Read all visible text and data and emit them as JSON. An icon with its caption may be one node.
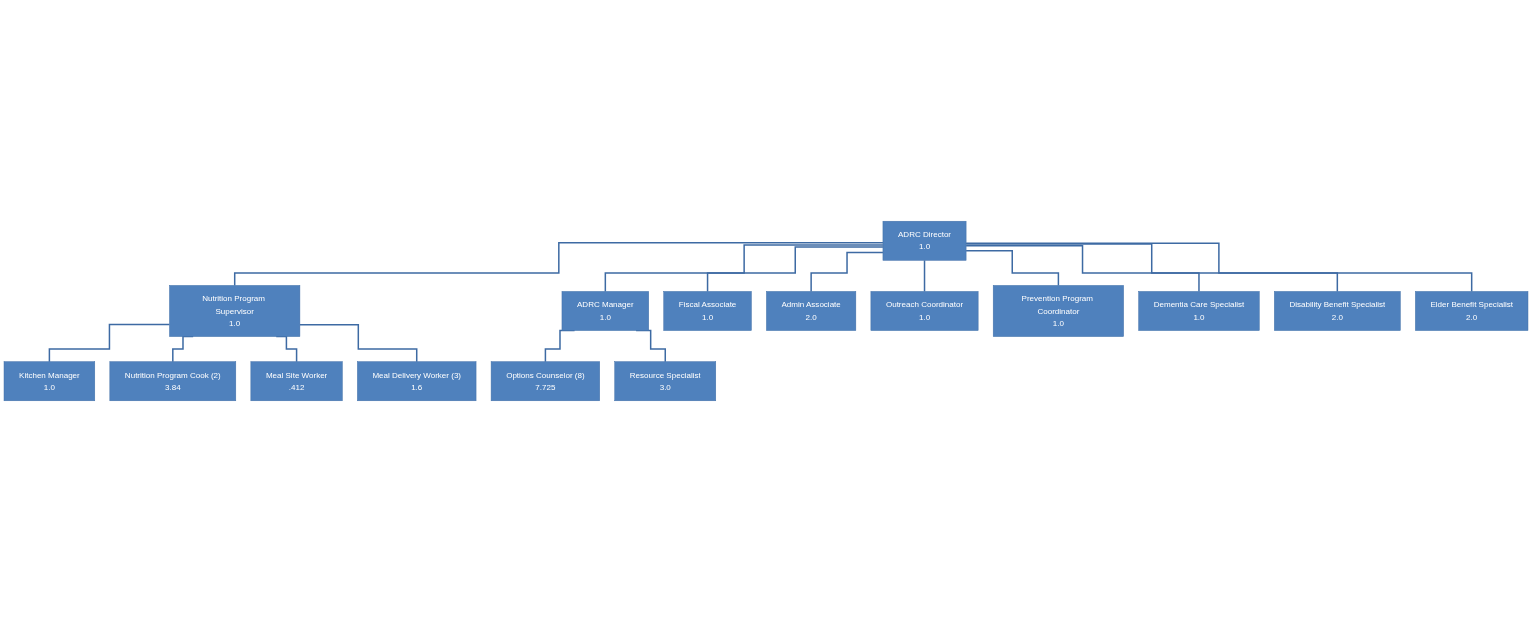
{
  "diagram": {
    "nodes": [
      {
        "text": [
          "ADRC Director",
          "1.0"
        ]
      },
      {
        "text": [
          "Nutrition Program Supervisor",
          "1.0"
        ]
      },
      {
        "text": [
          "ADRC Manager",
          "1.0"
        ]
      },
      {
        "text": [
          "Kitchen Manager",
          "1.0"
        ]
      },
      {
        "text": [
          "Nutrition Program Cook (2)",
          "3.84"
        ]
      },
      {
        "text": [
          "Options Counselor (8)",
          "7.725"
        ]
      },
      {
        "text": [
          "Meal Site Worker",
          ".412"
        ]
      },
      {
        "text": [
          "Meal Delivery Worker (3)",
          "1.6"
        ]
      },
      {
        "text": [
          "Resource Specialist",
          "3.0"
        ]
      },
      {
        "text": [
          "Fiscal Associate",
          "1.0"
        ]
      },
      {
        "text": [
          "Admin Associate",
          "2.0"
        ]
      },
      {
        "text": [
          "Outreach Coordinator",
          "1.0"
        ]
      },
      {
        "text": [
          "Prevention Program Coordinator",
          "1.0"
        ]
      },
      {
        "text": [
          "Dementia Care Specialist",
          "1.0"
        ]
      },
      {
        "text": [
          "Disability Benefit Specialist",
          "2.0"
        ]
      },
      {
        "text": [
          "Elder Benefit Specialist",
          "2.0"
        ]
      }
    ],
    "edges": [
      {
        "from": 0,
        "to": 1,
        "arrow": "none"
      },
      {
        "from": 0,
        "to": 2,
        "arrow": "none"
      },
      {
        "from": 1,
        "to": 3,
        "arrow": "none"
      },
      {
        "from": 1,
        "to": 4,
        "arrow": "none"
      },
      {
        "from": 1,
        "to": 6,
        "arrow": "none"
      },
      {
        "from": 1,
        "to": 7,
        "arrow": "none"
      },
      {
        "from": 2,
        "to": 5,
        "arrow": "none"
      },
      {
        "from": 2,
        "to": 8,
        "arrow": "none"
      },
      {
        "from": 0,
        "to": 9,
        "arrow": "none"
      },
      {
        "from": 0,
        "to": 10,
        "arrow": "none"
      },
      {
        "from": 0,
        "to": 11,
        "arrow": "none"
      },
      {
        "from": 0,
        "to": 12,
        "arrow": "none"
      },
      {
        "from": 0,
        "to": 13,
        "arrow": "none"
      },
      {
        "from": 0,
        "to": 14,
        "arrow": "none"
      },
      {
        "from": 0,
        "to": 15,
        "arrow": "none"
      }
    ]
  }
}
